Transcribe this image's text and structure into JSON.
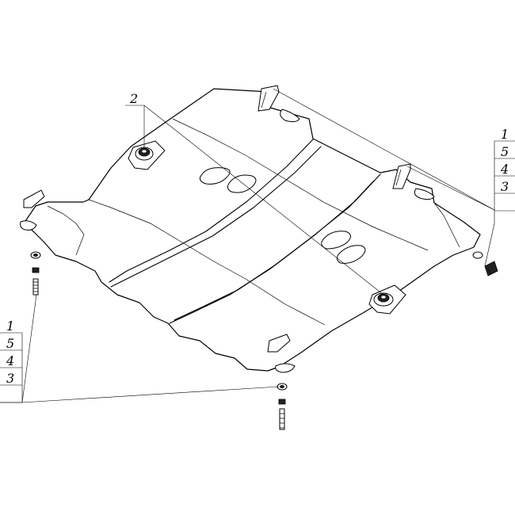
{
  "callouts": {
    "part_2": "2",
    "right_stack": [
      "1",
      "5",
      "4",
      "3"
    ],
    "left_stack": [
      "1",
      "5",
      "4",
      "3"
    ]
  },
  "colors": {
    "line": "#000000",
    "background": "#ffffff"
  }
}
